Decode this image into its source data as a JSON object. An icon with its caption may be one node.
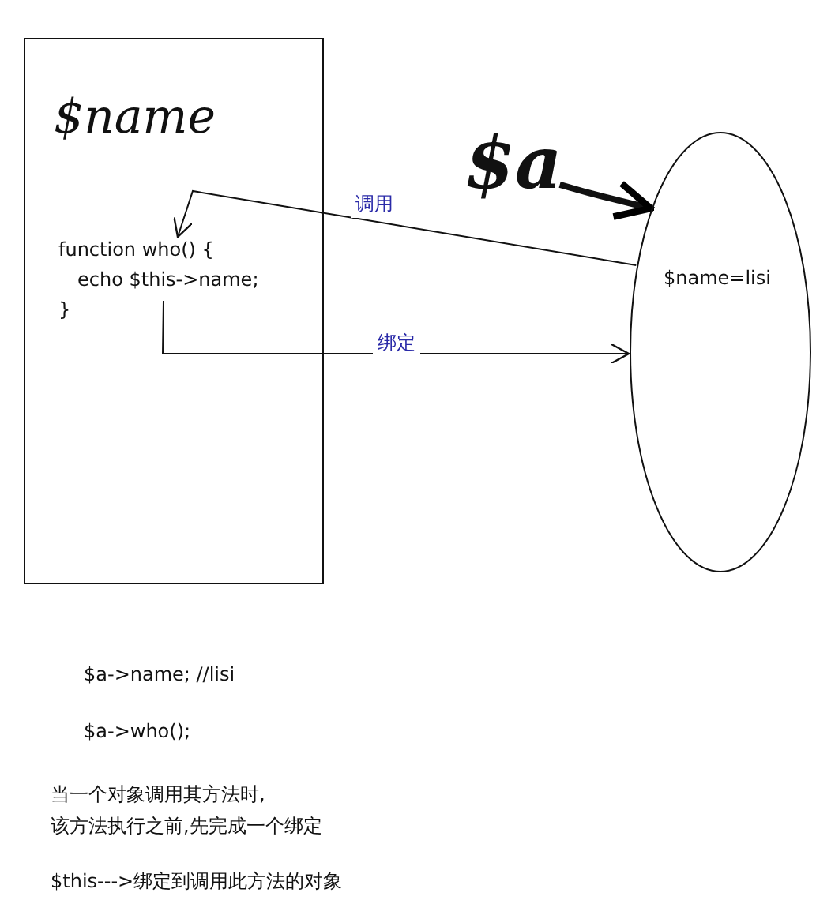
{
  "diagram": {
    "nodes": [
      {
        "text": [
          "$name"
        ]
      },
      {
        "text": [
          "function who() {",
          "echo $this->name;",
          "}"
        ],
        "in": 0
      },
      {
        "text": [
          "$a"
        ]
      },
      {
        "text": [
          "$name=lisi"
        ]
      }
    ],
    "edges": [
      {
        "from": 3,
        "to": 1,
        "arrow": "to",
        "label": "调用"
      },
      {
        "from": 1,
        "to": 3,
        "arrow": "to",
        "label": "绑定"
      },
      {
        "from": 2,
        "to": 3,
        "arrow": "to",
        "style": "thick"
      }
    ],
    "labels": [
      "$a->name; //lisi",
      "$a->who();",
      "当一个对象调用其方法时,该方法执行之前,先完成一个绑定",
      "$this--->绑定到调用此方法的对象"
    ]
  }
}
